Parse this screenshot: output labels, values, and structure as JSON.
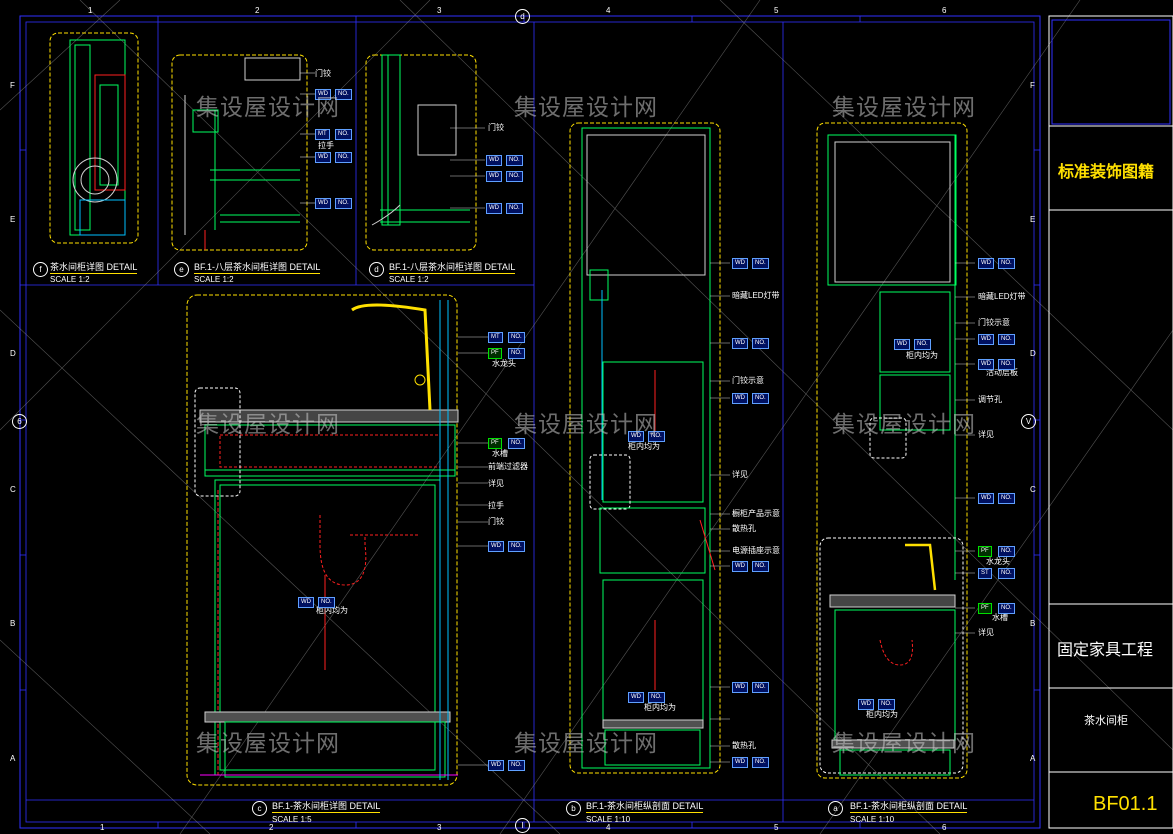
{
  "grid": {
    "columns": [
      "1",
      "2",
      "3",
      "4",
      "5",
      "6"
    ],
    "rows": [
      "F",
      "E",
      "D",
      "C",
      "B",
      "A"
    ],
    "markers": [
      "d",
      "l",
      "6",
      "V"
    ]
  },
  "title_block": {
    "series": "标准装饰图籍",
    "project": "固定家具工程",
    "drawing_name": "茶水间柜",
    "sheet_no": "BF01.1"
  },
  "details": [
    {
      "id": "f",
      "title": "茶水间柜详图 DETAIL",
      "scale": "SCALE 1:2"
    },
    {
      "id": "e",
      "title": "BF.1-八层茶水间柜详图 DETAIL",
      "scale": "SCALE 1:2"
    },
    {
      "id": "d",
      "title": "BF.1-八层茶水间柜详图 DETAIL",
      "scale": "SCALE 1:2"
    },
    {
      "id": "c",
      "title": "BF.1-茶水间柜详图 DETAIL",
      "scale": "SCALE 1:5"
    },
    {
      "id": "b",
      "title": "BF.1-茶水间柜纵剖面 DETAIL",
      "scale": "SCALE 1:10"
    },
    {
      "id": "a",
      "title": "BF.1-茶水间柜纵剖面 DETAIL",
      "scale": "SCALE 1:10"
    }
  ],
  "annotations": {
    "hinge": "门铰",
    "handle": "拉手",
    "door_hinge": "门铰",
    "faucet": "水龙头",
    "sink": "水槽",
    "temp_display": "前端过滤器",
    "see": "详见",
    "door": "门铰",
    "led_strip": "暗藏LED灯带",
    "door_alarm": "门铰示意",
    "vent": "散热孔",
    "equipment": "橱柜产品示意",
    "appliance": "电源插座示意",
    "adjust_hole": "调节孔",
    "water_faucet": "水龙头",
    "cabinet_note": "柜内均为",
    "activity_panel": "活动层板"
  },
  "tags": {
    "wd": "WD",
    "no": "NO.",
    "mt": "MT",
    "pf": "PF",
    "st": "ST"
  },
  "watermark": "集设屋设计网",
  "colors": {
    "background": "#000000",
    "frame": "#3030ff",
    "cabinet": "#00ff60",
    "dash": "#ffe000",
    "accent": "#ff2020"
  }
}
